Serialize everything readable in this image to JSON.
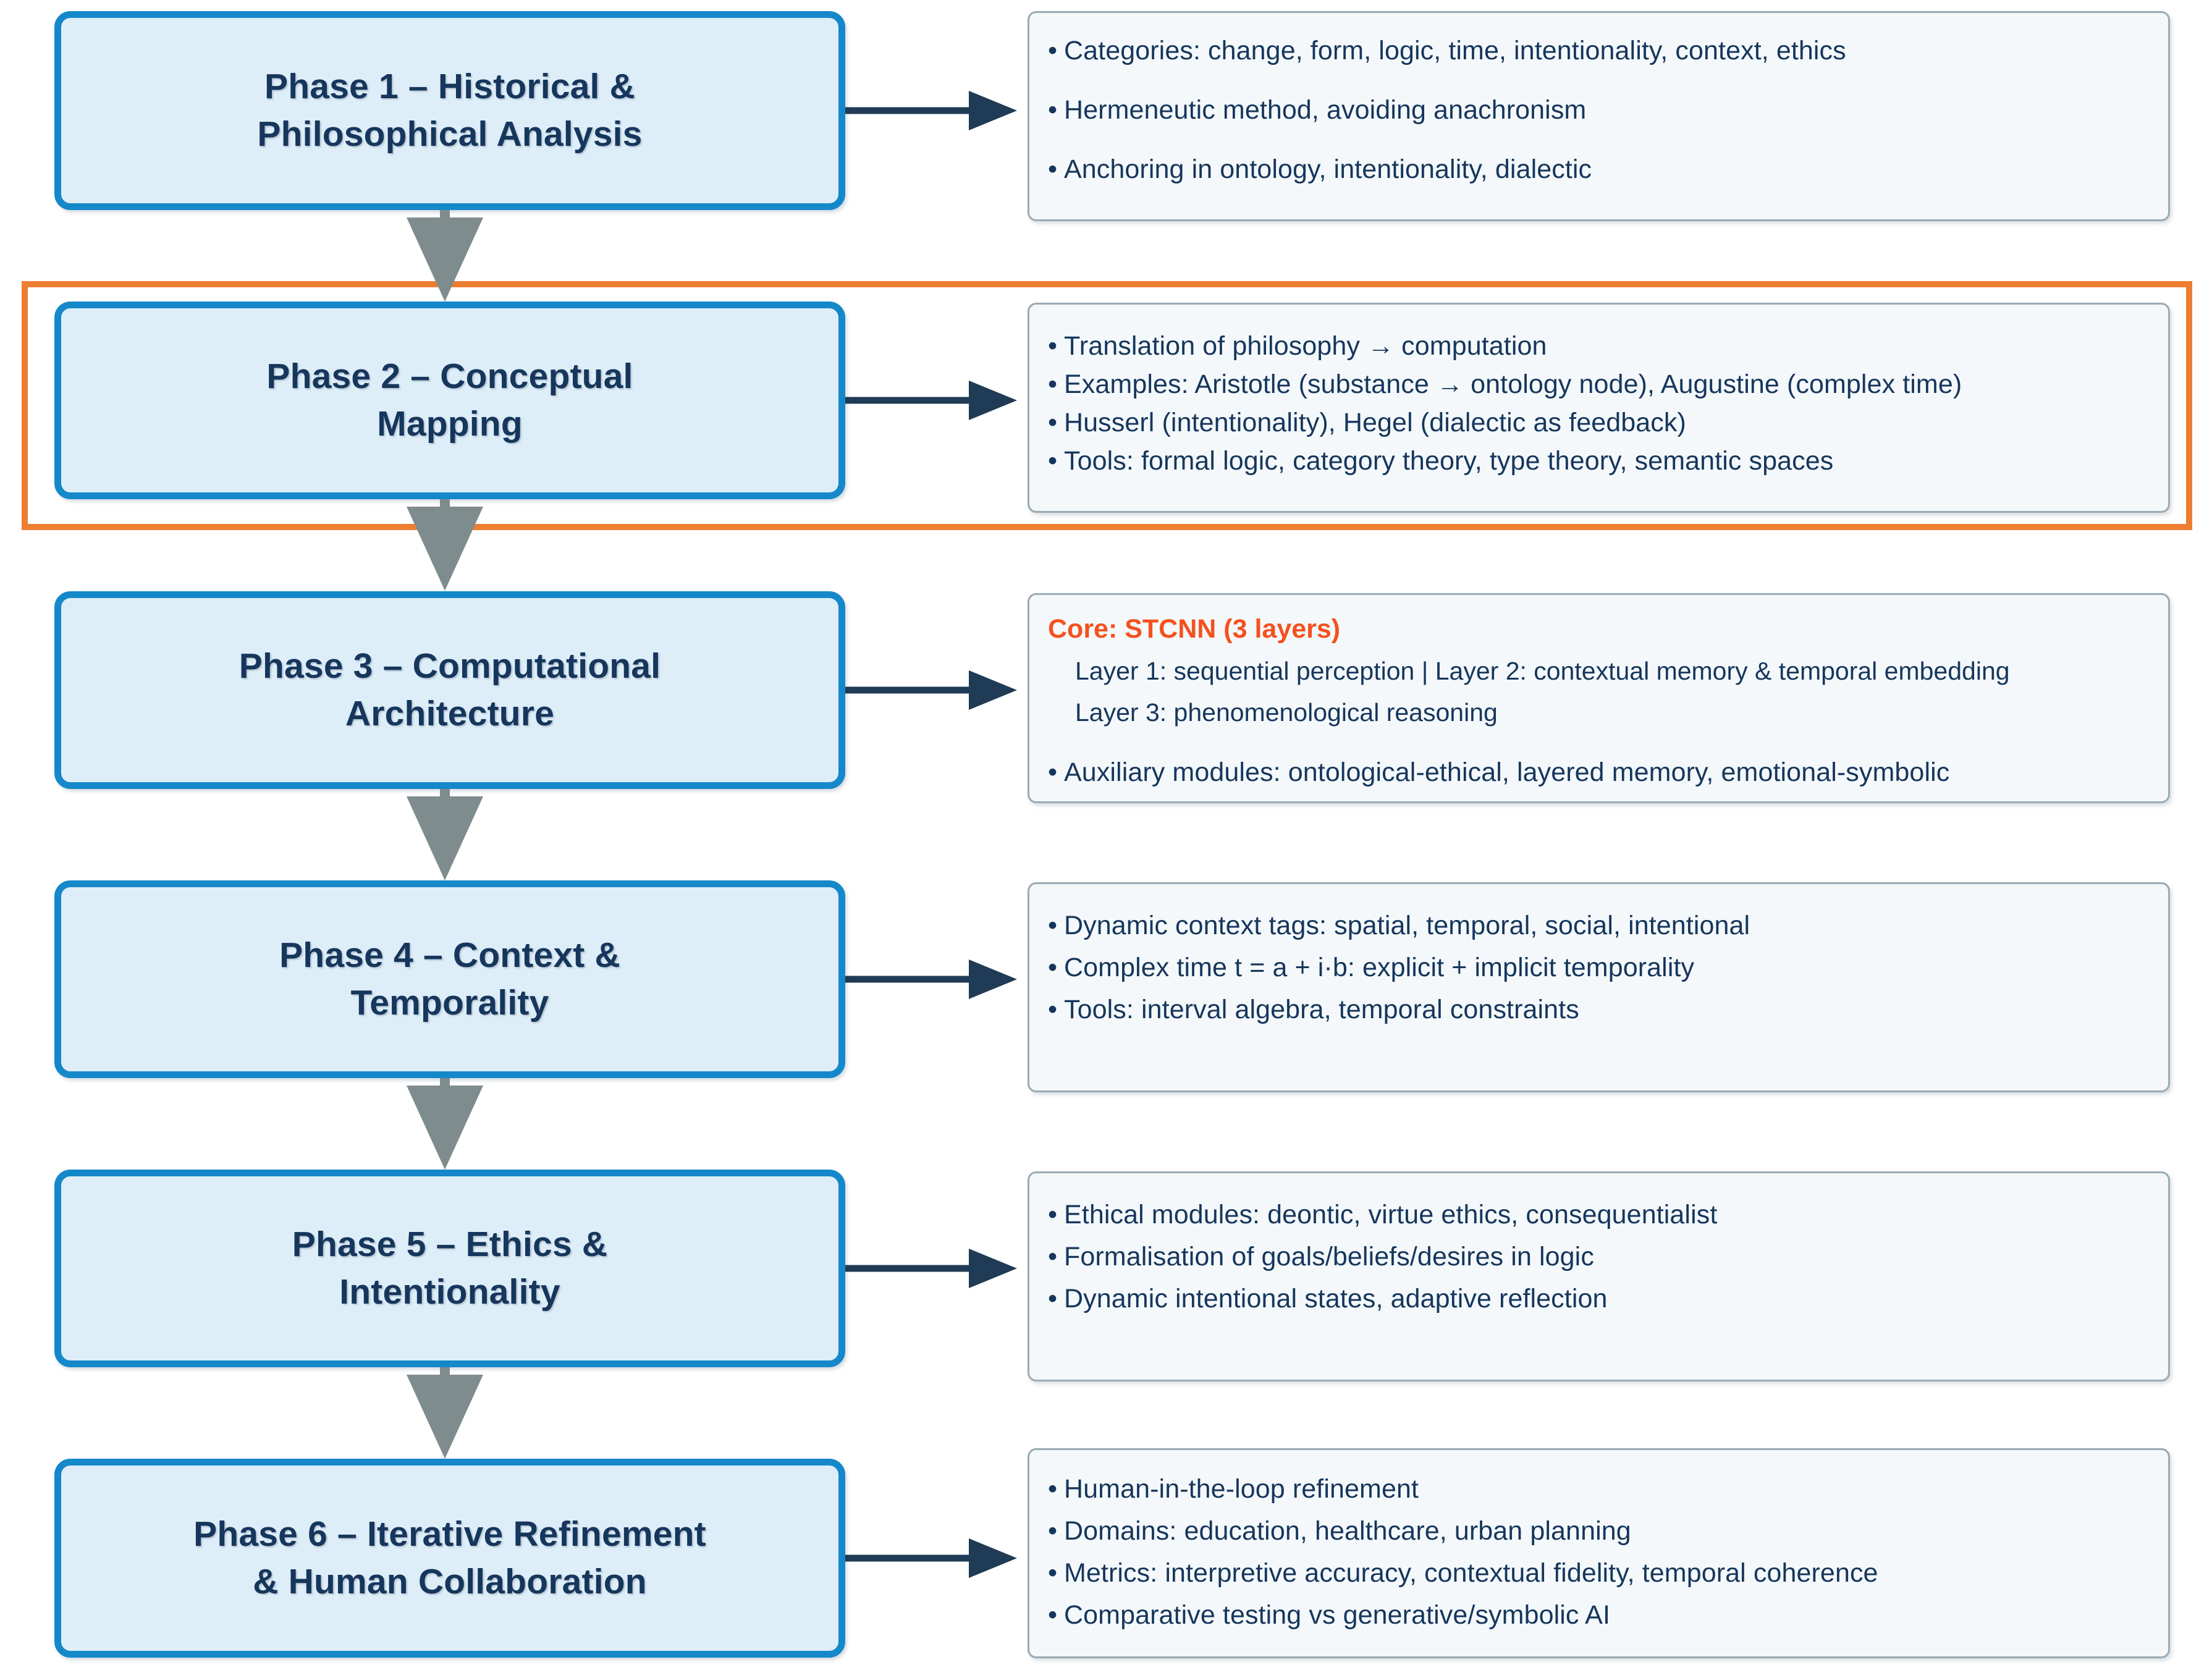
{
  "diagram": {
    "title": "Six-phase research methodology flowchart",
    "colors": {
      "phase_fill": "#DDEEF9",
      "phase_border": "#1588CA",
      "detail_fill": "#F4F8FA",
      "detail_border": "#9AAAB4",
      "text_navy": "#16365C",
      "accent_orange": "#ED7D31",
      "heading_orange": "#F4511E",
      "connector_gray": "#7F8C8D",
      "arrow_navy": "#1F3B55"
    }
  },
  "highlight": {
    "target": "Phase 2 – Conceptual Mapping row",
    "color": "#ED7D31"
  },
  "phases": [
    {
      "id": "phase-1",
      "title": "Phase 1 – Historical &\nPhilosophical Analysis",
      "details": [
        "Categories: change, form, logic, time, intentionality, context, ethics",
        "Hermeneutic method, avoiding anachronism",
        "Anchoring in ontology, intentionality, dialectic"
      ]
    },
    {
      "id": "phase-2",
      "title": "Phase 2 – Conceptual\nMapping",
      "details": [
        "Translation of philosophy → computation",
        "Examples: Aristotle (substance → ontology node), Augustine (complex time)",
        "Husserl (intentionality), Hegel (dialectic as feedback)",
        "Tools: formal logic, category theory, type theory, semantic spaces"
      ]
    },
    {
      "id": "phase-3",
      "title": "Phase 3 – Computational\nArchitecture",
      "core_heading": "Core: STCNN (3 layers)",
      "core_lines": [
        "Layer 1: sequential perception | Layer 2: contextual memory & temporal embedding",
        "Layer 3: phenomenological reasoning"
      ],
      "details": [
        "Auxiliary modules: ontological-ethical, layered memory, emotional-symbolic"
      ]
    },
    {
      "id": "phase-4",
      "title": "Phase 4 – Context &\nTemporality",
      "details": [
        "Dynamic context tags: spatial, temporal, social, intentional",
        "Complex time t = a + i·b: explicit + implicit temporality",
        "Tools: interval algebra, temporal constraints"
      ]
    },
    {
      "id": "phase-5",
      "title": "Phase 5 – Ethics &\nIntentionality",
      "details": [
        "Ethical modules: deontic, virtue ethics, consequentialist",
        "Formalisation of goals/beliefs/desires in logic",
        "Dynamic intentional states, adaptive reflection"
      ]
    },
    {
      "id": "phase-6",
      "title": "Phase 6 – Iterative Refinement\n& Human Collaboration",
      "details": [
        "Human-in-the-loop refinement",
        "Domains: education, healthcare, urban planning",
        "Metrics: interpretive accuracy, contextual fidelity, temporal coherence",
        "Comparative testing vs generative/symbolic AI"
      ]
    }
  ],
  "bullet_glyph": "•"
}
